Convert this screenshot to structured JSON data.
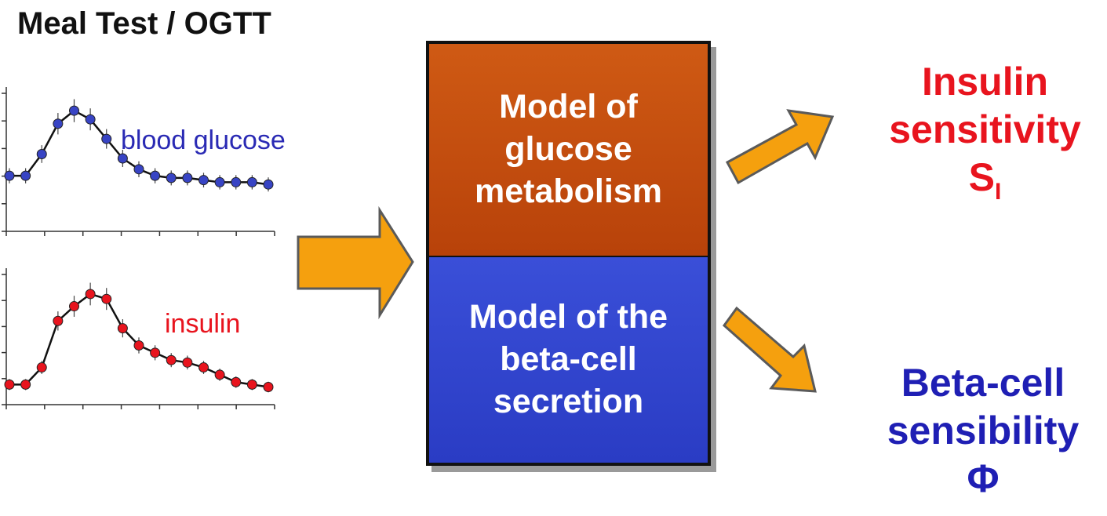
{
  "title": "Meal Test / OGTT",
  "glucose_plot": {
    "label": "blood glucose",
    "label_color": "#2a2ab4",
    "marker_color": "#3844c4",
    "chart_data": {
      "type": "line",
      "x": [
        0,
        1,
        2,
        3,
        4,
        5,
        6,
        7,
        8,
        9,
        10,
        11,
        12,
        13,
        14,
        15,
        16
      ],
      "values": [
        2.2,
        2.2,
        3.2,
        4.6,
        5.2,
        4.8,
        3.9,
        3.0,
        2.5,
        2.2,
        2.1,
        2.1,
        2.0,
        1.9,
        1.9,
        1.9,
        1.8
      ],
      "ylim": [
        0,
        6
      ]
    }
  },
  "insulin_plot": {
    "label": "insulin",
    "label_color": "#e8141e",
    "marker_color": "#e8141e",
    "chart_data": {
      "type": "line",
      "x": [
        0,
        1,
        2,
        3,
        4,
        5,
        6,
        7,
        8,
        9,
        10,
        11,
        12,
        13,
        14,
        15,
        16
      ],
      "values": [
        0.5,
        0.5,
        1.2,
        3.1,
        3.7,
        4.2,
        4.0,
        2.8,
        2.1,
        1.8,
        1.5,
        1.4,
        1.2,
        0.9,
        0.6,
        0.5,
        0.4
      ],
      "ylim": [
        0,
        5
      ]
    }
  },
  "boxes": {
    "top": "Model of\nglucose\nmetabolism",
    "bottom": "Model of the\nbeta-cell\nsecretion"
  },
  "results": {
    "insulin_line1": "Insulin",
    "insulin_line2": "sensitivity",
    "insulin_symbol": "S",
    "insulin_subscript": "I",
    "beta_line1": "Beta-cell",
    "beta_line2": "sensibility",
    "beta_symbol": "Φ"
  },
  "colors": {
    "arrow_fill": "#f5a00e",
    "arrow_stroke": "#5a5a5a",
    "box_top": "#c44e10",
    "box_bottom": "#3346d0"
  }
}
